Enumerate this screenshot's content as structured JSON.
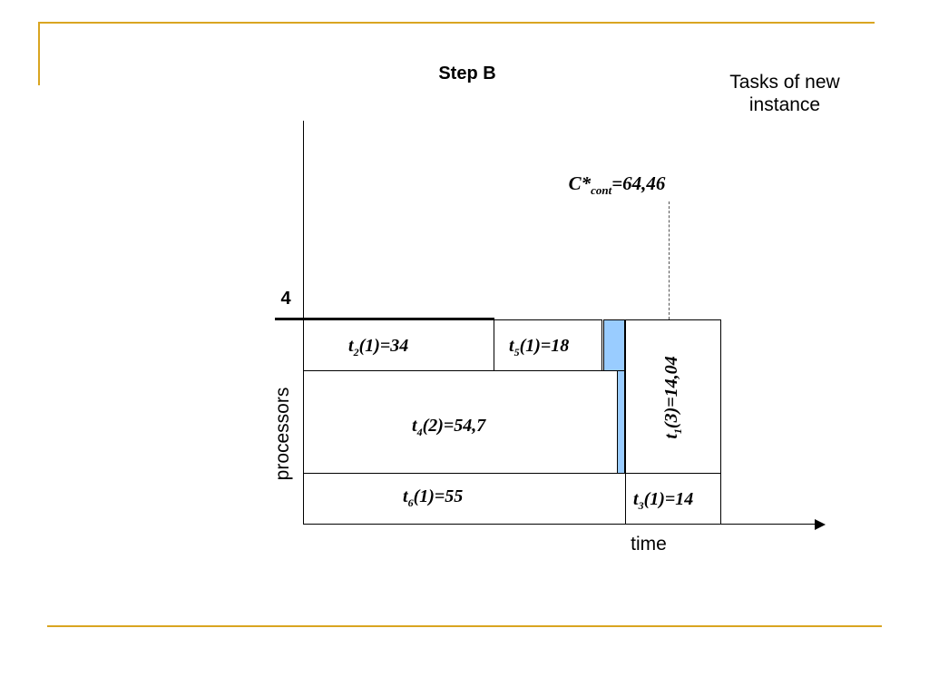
{
  "slide": {
    "title": "Step B",
    "tasks_note": "Tasks of new instance",
    "processor_count": "4",
    "ylabel": "processors",
    "xlabel": "time"
  },
  "cmax": {
    "prefix": "C*",
    "sub": "cont",
    "suffix": "=64,46"
  },
  "tasks": [
    {
      "base": "t",
      "sub": "2",
      "rest": "(1)=34"
    },
    {
      "base": "t",
      "sub": "5",
      "rest": "(1)=18"
    },
    {
      "base": "t",
      "sub": "4",
      "rest": "(2)=54,7"
    },
    {
      "base": "t",
      "sub": "6",
      "rest": "(1)=55"
    },
    {
      "base": "t",
      "sub": "1",
      "rest": "(3)=14,04"
    },
    {
      "base": "t",
      "sub": "3",
      "rest": "(1)=14"
    }
  ],
  "colors": {
    "decoration": "#d9a521",
    "idle_fill": "#99ccff"
  }
}
